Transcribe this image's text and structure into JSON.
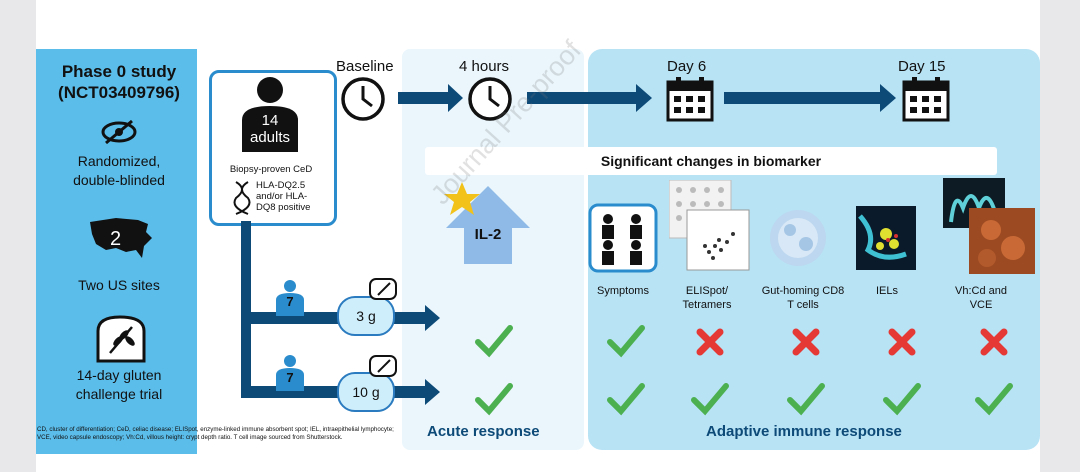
{
  "sidebar": {
    "title": "Phase 0 study (NCT03409796)",
    "randomized": "Randomized, double-blinded",
    "sites_number": "2",
    "sites": "Two US sites",
    "trial": "14-day gluten challenge trial",
    "icons": [
      "eye-slash-icon",
      "us-map-icon",
      "bread-wheat-icon"
    ]
  },
  "cohort": {
    "count": "14",
    "unit": "adults",
    "biopsy": "Biopsy-proven CeD",
    "hla": "HLA-DQ2.5 and/or HLA-DQ8 positive"
  },
  "timeline": [
    "Baseline",
    "4 hours",
    "Day 6",
    "Day 15"
  ],
  "arms": [
    {
      "n": "7",
      "dose": "3 g"
    },
    {
      "n": "7",
      "dose": "10 g"
    }
  ],
  "il2_label": "IL-2",
  "biomarker_header": "Significant changes in biomarker",
  "biomarkers": [
    "Symptoms",
    "ELISpot/ Tetramers",
    "Gut-homing CD8 T cells",
    "IELs",
    "Vh:Cd and VCE"
  ],
  "results": {
    "acute": [
      "check",
      "check"
    ],
    "adaptive_3g": [
      "check",
      "cross",
      "cross",
      "cross",
      "cross"
    ],
    "adaptive_10g": [
      "check",
      "check",
      "check",
      "check",
      "check"
    ]
  },
  "response_labels": {
    "acute": "Acute response",
    "adaptive": "Adaptive immune response"
  },
  "footnote": "CD, cluster of differentiation; CeD, celiac disease; ELISpot, enzyme-linked immune absorbent spot; IEL, intraepithelial lymphocyte; VCE, video capsule endoscopy; Vh:Cd, villous height: crypt depth ratio. T cell image sourced from Shutterstock.",
  "watermark": "Journal Pre-proof",
  "colors": {
    "sidebar": "#5bbdea",
    "navy": "#0d4a78",
    "check": "#4caf50",
    "cross": "#e53935",
    "adaptive": "#b8e3f5",
    "acute": "#eaf6fc"
  }
}
